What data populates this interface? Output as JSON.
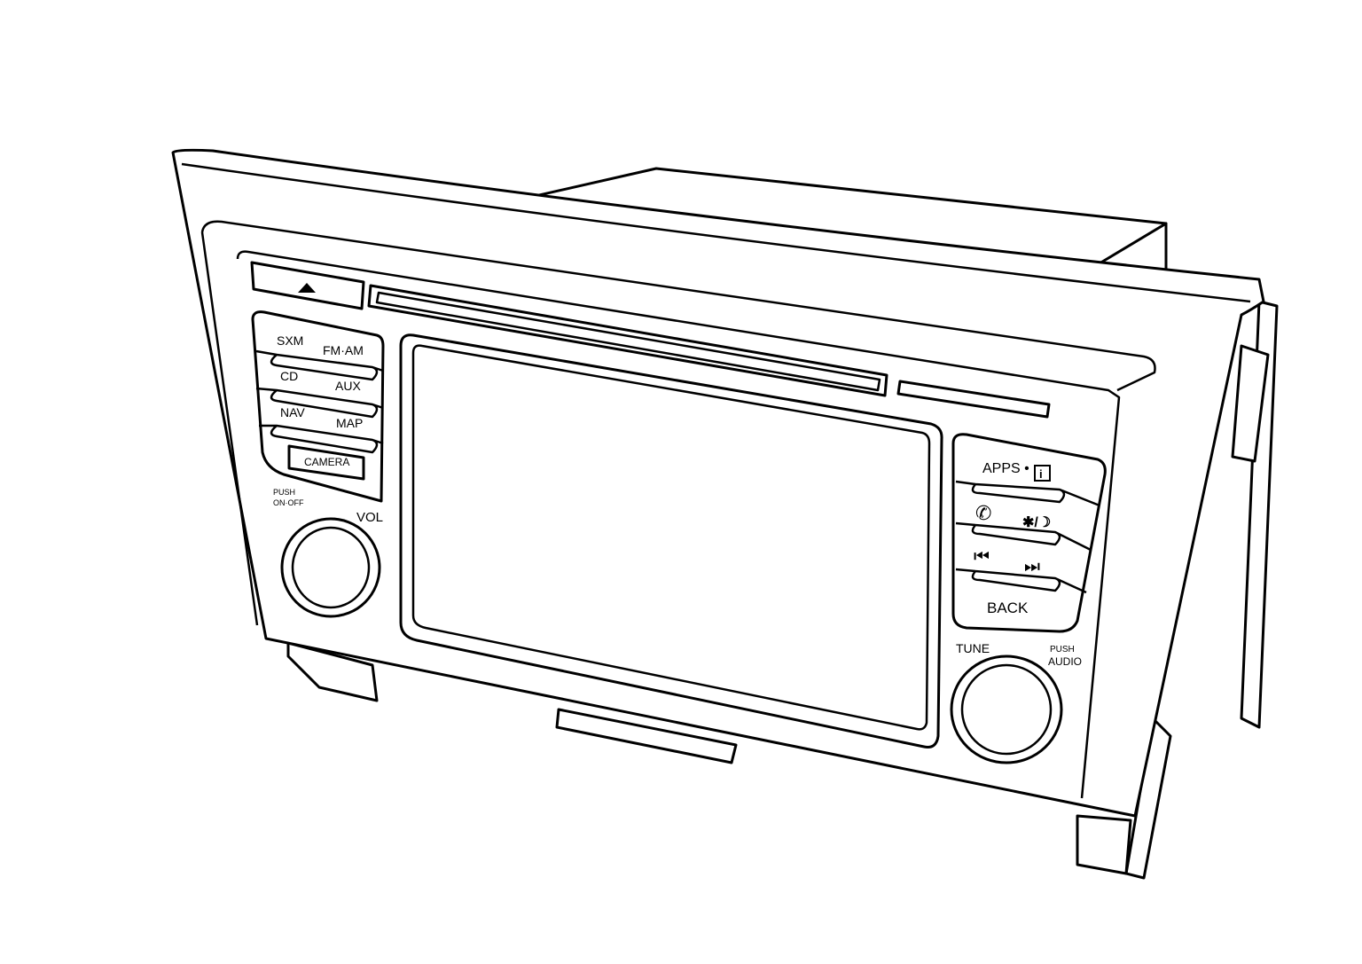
{
  "device": {
    "type": "car audio head unit",
    "eject": {
      "icon": "eject-icon",
      "glyph": "▲"
    },
    "left_buttons": [
      {
        "left": "SXM",
        "right": "FM·AM"
      },
      {
        "left": "CD",
        "right": "AUX"
      },
      {
        "left": "NAV",
        "right": "MAP"
      }
    ],
    "camera_label": "CAMERA",
    "power_label_1": "PUSH",
    "power_label_2": "ON·OFF",
    "vol_label": "VOL",
    "right_buttons": {
      "apps_label": "APPS •",
      "info_glyph": "i",
      "phone_glyph": "✆",
      "brightness_glyph": "✱/☽",
      "prev_glyph": "⏮",
      "next_glyph": "⏭",
      "back_label": "BACK"
    },
    "tune_label": "TUNE",
    "audio_label_1": "PUSH",
    "audio_label_2": "AUDIO"
  },
  "colors": {
    "line": "#000000",
    "background": "#ffffff"
  }
}
